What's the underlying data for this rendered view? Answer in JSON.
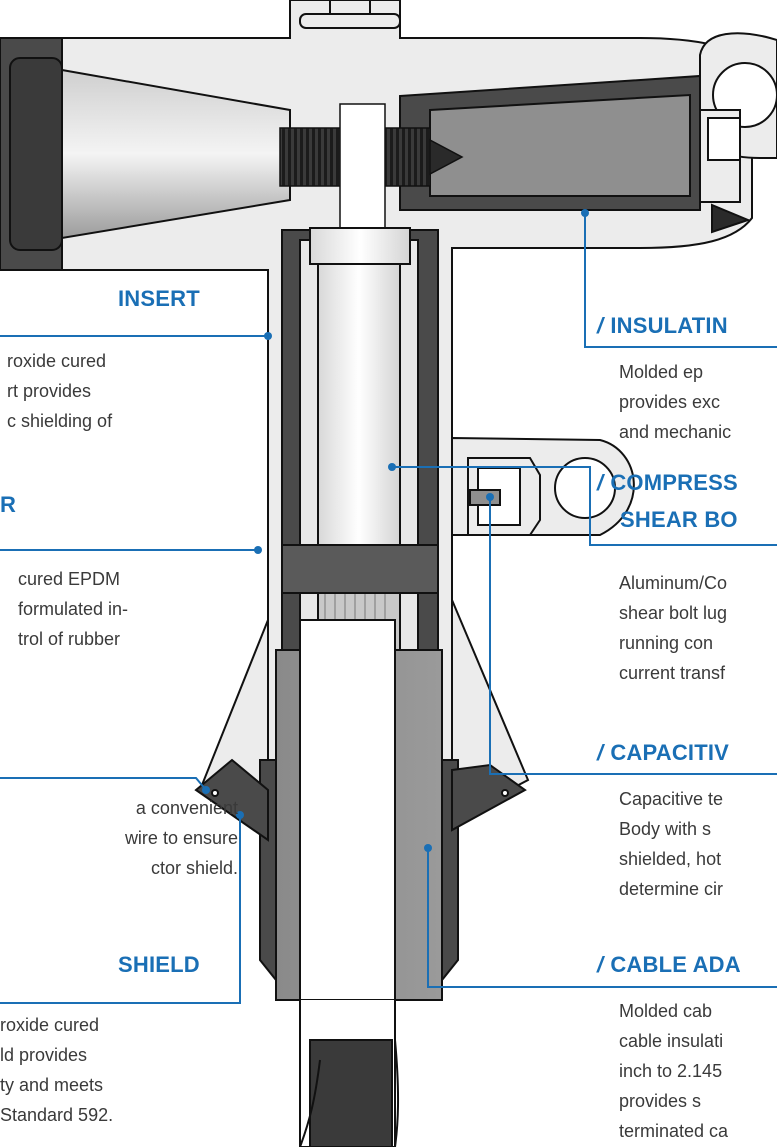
{
  "colors": {
    "accent": "#1a6fb5",
    "text": "#3a3a3a",
    "line": "#1a6fb5",
    "body_fill": "#ececec",
    "dark_fill": "#4a4a4a",
    "mid_fill": "#8f8f8f",
    "light_fill": "#f4f4f4",
    "outline": "#111111"
  },
  "callouts": [
    {
      "key": "left-insert",
      "title": "INSERT",
      "lines": [
        "roxide cured",
        "rt provides",
        "c shielding of"
      ]
    },
    {
      "key": "left-r",
      "title": "R",
      "lines": [
        "cured EPDM",
        "formulated in-",
        "trol of rubber"
      ]
    },
    {
      "key": "left-ground",
      "title": "",
      "lines": [
        "a convenient",
        "wire to ensure",
        "ctor shield."
      ]
    },
    {
      "key": "left-shield",
      "title": "SHIELD",
      "lines": [
        "roxide cured",
        "ld provides",
        "ty and meets",
        "Standard 592."
      ]
    },
    {
      "key": "right-insulating",
      "title": "INSULATIN",
      "lines": [
        "Molded ep",
        "provides exc",
        "and mechanic"
      ]
    },
    {
      "key": "right-compression",
      "title": "COMPRESS",
      "title2": "SHEAR BO",
      "lines": [
        "Aluminum/Co",
        "shear bolt lug",
        "running con",
        "current transf"
      ]
    },
    {
      "key": "right-capacitive",
      "title": "CAPACITIV",
      "lines": [
        "Capacitive te",
        "Body with s",
        "shielded, hot",
        "determine cir"
      ]
    },
    {
      "key": "right-cable",
      "title": "CABLE ADA",
      "lines": [
        "Molded cab",
        "cable insulati",
        "inch to 2.145",
        "provides s",
        "terminated ca"
      ]
    }
  ]
}
